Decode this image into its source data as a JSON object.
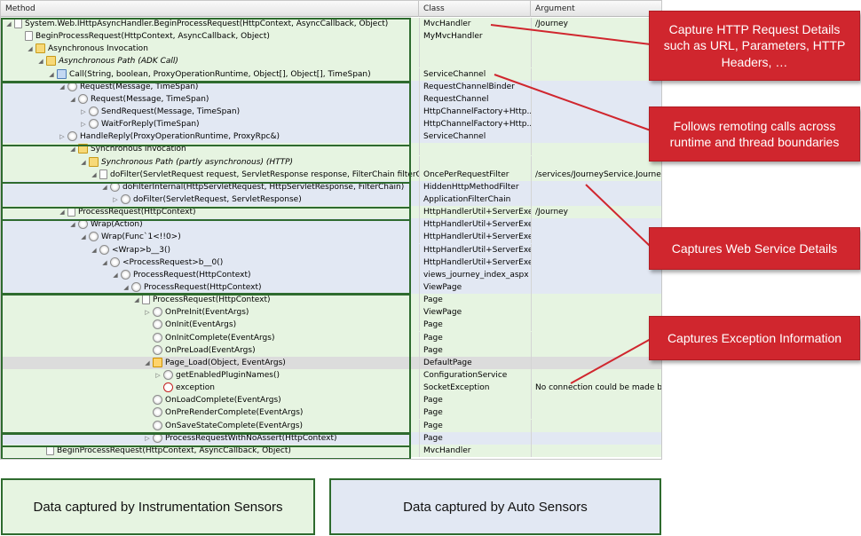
{
  "header": {
    "method": "Method",
    "class": "Class",
    "argument": "Argument"
  },
  "rows": [
    {
      "indent": 0,
      "tw": "◢",
      "icon": "page",
      "method": "System.Web.IHttpAsyncHandler.BeginProcessRequest(HttpContext, AsyncCallback, Object)",
      "class": "MvcHandler",
      "arg": "/Journey",
      "kind": "inst"
    },
    {
      "indent": 1,
      "tw": "",
      "icon": "page",
      "method": "BeginProcessRequest(HttpContext, AsyncCallback, Object)",
      "class": "MyMvcHandler",
      "arg": "",
      "kind": "inst"
    },
    {
      "indent": 2,
      "tw": "◢",
      "icon": "async",
      "method": "Asynchronous Invocation",
      "class": "",
      "arg": "",
      "kind": "inst"
    },
    {
      "indent": 3,
      "tw": "◢",
      "icon": "async",
      "method": "Asynchronous Path (ADK Call)",
      "class": "",
      "arg": "",
      "kind": "inst",
      "italic": true
    },
    {
      "indent": 4,
      "tw": "◢",
      "icon": "call",
      "method": "Call(String, boolean, ProxyOperationRuntime, Object[], Object[], TimeSpan)",
      "class": "ServiceChannel",
      "arg": "",
      "kind": "inst"
    },
    {
      "indent": 5,
      "tw": "◢",
      "icon": "method",
      "method": "Request(Message, TimeSpan)",
      "class": "RequestChannelBinder",
      "arg": "",
      "kind": "auto"
    },
    {
      "indent": 6,
      "tw": "◢",
      "icon": "method",
      "method": "Request(Message, TimeSpan)",
      "class": "RequestChannel",
      "arg": "",
      "kind": "auto"
    },
    {
      "indent": 7,
      "tw": "▷",
      "icon": "method",
      "method": "SendRequest(Message, TimeSpan)",
      "class": "HttpChannelFactory+Http...",
      "arg": "",
      "kind": "auto"
    },
    {
      "indent": 7,
      "tw": "▷",
      "icon": "method",
      "method": "WaitForReply(TimeSpan)",
      "class": "HttpChannelFactory+Http...",
      "arg": "",
      "kind": "auto"
    },
    {
      "indent": 5,
      "tw": "▷",
      "icon": "method",
      "method": "HandleReply(ProxyOperationRuntime, ProxyRpc&)",
      "class": "ServiceChannel",
      "arg": "",
      "kind": "auto"
    },
    {
      "indent": 6,
      "tw": "◢",
      "icon": "async",
      "method": "Synchronous Invocation",
      "class": "",
      "arg": "",
      "kind": "inst"
    },
    {
      "indent": 7,
      "tw": "◢",
      "icon": "async",
      "method": "Synchronous Path (partly asynchronous) (HTTP)",
      "class": "",
      "arg": "",
      "kind": "inst",
      "italic": true
    },
    {
      "indent": 8,
      "tw": "◢",
      "icon": "page",
      "method": "doFilter(ServletRequest request, ServletResponse response, FilterChain filterChain)",
      "class": "OncePerRequestFilter",
      "arg": "/services/JourneyService.JourneyServ",
      "kind": "inst"
    },
    {
      "indent": 9,
      "tw": "◢",
      "icon": "method",
      "method": "doFilterInternal(HttpServletRequest, HttpServletResponse, FilterChain)",
      "class": "HiddenHttpMethodFilter",
      "arg": "",
      "kind": "auto"
    },
    {
      "indent": 10,
      "tw": "▷",
      "icon": "method",
      "method": "doFilter(ServletRequest, ServletResponse)",
      "class": "ApplicationFilterChain",
      "arg": "",
      "kind": "auto"
    },
    {
      "indent": 5,
      "tw": "◢",
      "icon": "page",
      "method": "ProcessRequest(HttpContext)",
      "class": "HttpHandlerUtil+ServerExe...",
      "arg": "/Journey",
      "kind": "inst"
    },
    {
      "indent": 6,
      "tw": "◢",
      "icon": "method",
      "method": "Wrap(Action)",
      "class": "HttpHandlerUtil+ServerExe...",
      "arg": "",
      "kind": "auto"
    },
    {
      "indent": 7,
      "tw": "◢",
      "icon": "method",
      "method": "Wrap(Func`1<!!0>)",
      "class": "HttpHandlerUtil+ServerExe...",
      "arg": "",
      "kind": "auto"
    },
    {
      "indent": 8,
      "tw": "◢",
      "icon": "method",
      "method": "<Wrap>b__3()",
      "class": "HttpHandlerUtil+ServerExe...",
      "arg": "",
      "kind": "auto"
    },
    {
      "indent": 9,
      "tw": "◢",
      "icon": "method",
      "method": "<ProcessRequest>b__0()",
      "class": "HttpHandlerUtil+ServerExe...",
      "arg": "",
      "kind": "auto"
    },
    {
      "indent": 10,
      "tw": "◢",
      "icon": "method",
      "method": "ProcessRequest(HttpContext)",
      "class": "views_journey_index_aspx",
      "arg": "",
      "kind": "auto"
    },
    {
      "indent": 11,
      "tw": "◢",
      "icon": "method",
      "method": "ProcessRequest(HttpContext)",
      "class": "ViewPage",
      "arg": "",
      "kind": "auto"
    },
    {
      "indent": 12,
      "tw": "◢",
      "icon": "page",
      "method": "ProcessRequest(HttpContext)",
      "class": "Page",
      "arg": "",
      "kind": "inst"
    },
    {
      "indent": 13,
      "tw": "▷",
      "icon": "method",
      "method": "OnPreInit(EventArgs)",
      "class": "ViewPage",
      "arg": "",
      "kind": "inst"
    },
    {
      "indent": 13,
      "tw": "",
      "icon": "method",
      "method": "OnInit(EventArgs)",
      "class": "Page",
      "arg": "",
      "kind": "inst"
    },
    {
      "indent": 13,
      "tw": "",
      "icon": "method",
      "method": "OnInitComplete(EventArgs)",
      "class": "Page",
      "arg": "",
      "kind": "inst"
    },
    {
      "indent": 13,
      "tw": "",
      "icon": "method",
      "method": "OnPreLoad(EventArgs)",
      "class": "Page",
      "arg": "",
      "kind": "inst"
    },
    {
      "indent": 13,
      "tw": "◢",
      "icon": "arrow",
      "method": "Page_Load(Object, EventArgs)",
      "class": "DefaultPage",
      "arg": "",
      "kind": "sel"
    },
    {
      "indent": 14,
      "tw": "▷",
      "icon": "method",
      "method": "getEnabledPluginNames()",
      "class": "ConfigurationService",
      "arg": "",
      "kind": "inst"
    },
    {
      "indent": 14,
      "tw": "",
      "icon": "exception",
      "method": "exception",
      "class": "SocketException",
      "arg": "No connection could be made becau",
      "kind": "inst"
    },
    {
      "indent": 13,
      "tw": "",
      "icon": "method",
      "method": "OnLoadComplete(EventArgs)",
      "class": "Page",
      "arg": "",
      "kind": "inst"
    },
    {
      "indent": 13,
      "tw": "",
      "icon": "method",
      "method": "OnPreRenderComplete(EventArgs)",
      "class": "Page",
      "arg": "",
      "kind": "inst"
    },
    {
      "indent": 13,
      "tw": "",
      "icon": "method",
      "method": "OnSaveStateComplete(EventArgs)",
      "class": "Page",
      "arg": "",
      "kind": "inst"
    },
    {
      "indent": 13,
      "tw": "▷",
      "icon": "method",
      "method": "ProcessRequestWithNoAssert(HttpContext)",
      "class": "Page",
      "arg": "",
      "kind": "auto"
    },
    {
      "indent": 3,
      "tw": "",
      "icon": "page",
      "method": "BeginProcessRequest(HttpContext, AsyncCallback, Object)",
      "class": "MvcHandler",
      "arg": "",
      "kind": "inst"
    }
  ],
  "callouts": {
    "http": "Capture HTTP Request Details such as URL, Parameters, HTTP Headers, …",
    "remoting": "Follows remoting calls across runtime and thread boundaries",
    "webservice": "Captures Web Service Details",
    "exception": "Captures Exception Information"
  },
  "legend": {
    "instrumentation": "Data captured by Instrumentation Sensors",
    "auto": "Data captured by Auto Sensors"
  },
  "colors": {
    "instrumentation_bg": "#e6f4e1",
    "auto_bg": "#e2e8f3",
    "group_border": "#2e6b2e",
    "callout_red": "#d0262e"
  }
}
